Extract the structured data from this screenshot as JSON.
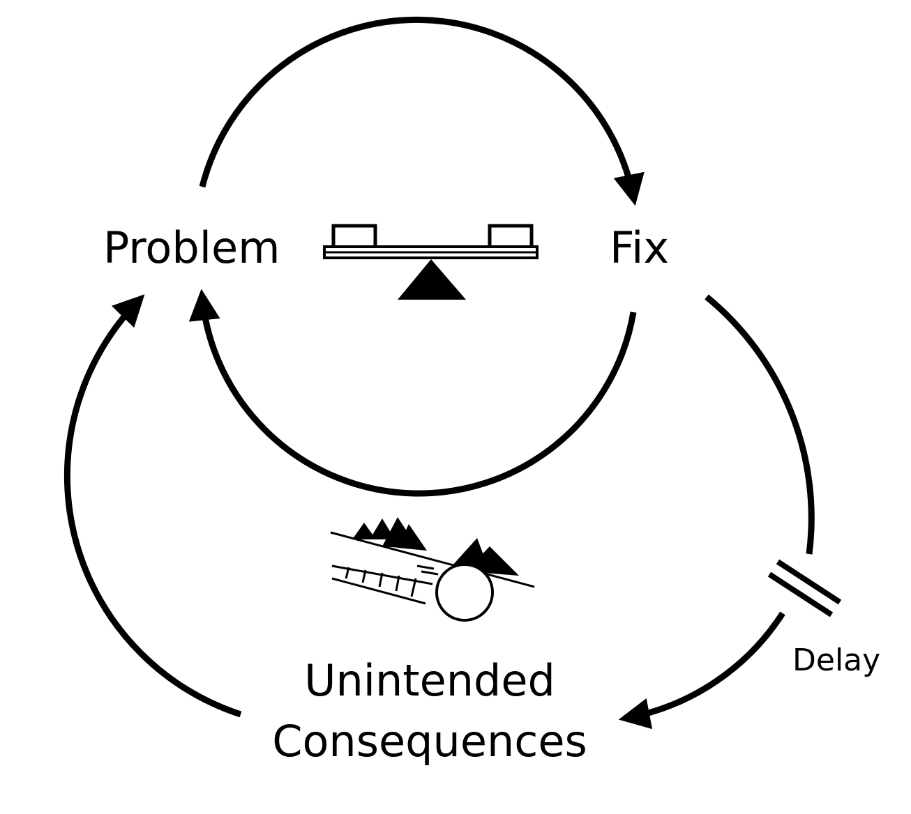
{
  "diagram": {
    "nodes": {
      "problem": "Problem",
      "fix": "Fix",
      "consequences_line1": "Unintended",
      "consequences_line2": "Consequences"
    },
    "delay_label": "Delay",
    "icons": {
      "balance": "seesaw-balance-icon",
      "snowball": "snowball-rolling-downhill-icon"
    },
    "colors": {
      "line": "#000000",
      "background": "#ffffff"
    }
  }
}
